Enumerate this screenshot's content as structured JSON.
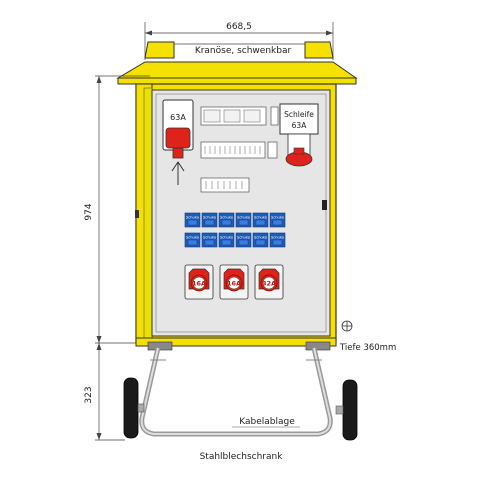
{
  "dimensions": {
    "width_label": "668,5",
    "height_cabinet_label": "974",
    "height_lower_label": "323",
    "depth_label": "Tiefe 360mm"
  },
  "annotations": {
    "crane_eye": "Kranöse, schwenkbar",
    "cable_storage": "Kabelablage",
    "cabinet_type": "Stahlblechschrank"
  },
  "components": {
    "main_plug_rating": "63A",
    "loop_socket_title": "Schleife",
    "loop_socket_rating": "63A",
    "schuko_label": "Schuko",
    "cee_sockets": [
      {
        "rating": "16A"
      },
      {
        "rating": "16A"
      },
      {
        "rating": "32A"
      }
    ]
  },
  "colors": {
    "cabinet_yellow": "#f5e100",
    "panel_gray": "#e6e6e6",
    "cee_red": "#e0231a",
    "schuko_blue": "#1d5db8",
    "frame_dark": "#333333"
  },
  "icons": [
    "ground-symbol-icon",
    "arrow-up-icon"
  ]
}
